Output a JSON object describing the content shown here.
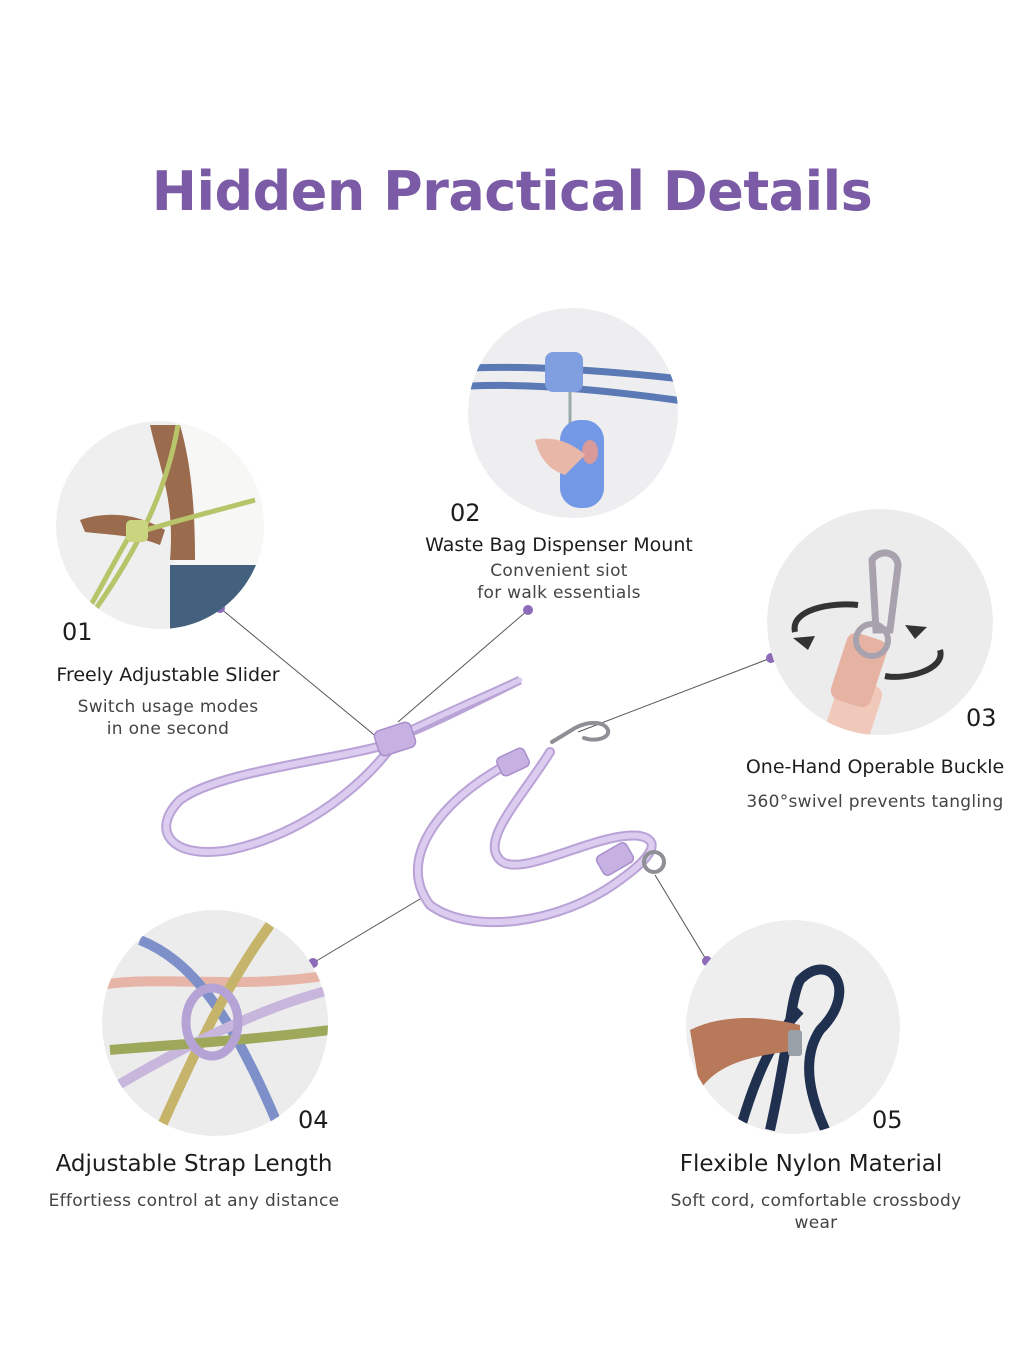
{
  "title": "Hidden Practical Details",
  "colors": {
    "accent": "#7b5aa6",
    "leash": "#d6c4ea",
    "leash_edge": "#b9a3d6",
    "dot": "#8e6bb8"
  },
  "features": [
    {
      "number": "01",
      "title": "Freely Adjustable Slider",
      "subtitle": [
        "Switch usage modes",
        "in one second"
      ],
      "photo": "hand-adjusting-slider-photo"
    },
    {
      "number": "02",
      "title": "Waste Bag Dispenser Mount",
      "subtitle": [
        "Convenient siot",
        "for walk essentials"
      ],
      "photo": "waste-bag-dispenser-photo"
    },
    {
      "number": "03",
      "title": "One-Hand Operable Buckle",
      "subtitle": [
        "360°swivel prevents tangling"
      ],
      "photo": "swivel-buckle-photo"
    },
    {
      "number": "04",
      "title": "Adjustable Strap Length",
      "subtitle": [
        "Effortiess control at any distance"
      ],
      "photo": "knotted-cords-photo"
    },
    {
      "number": "05",
      "title": "Flexible Nylon Material",
      "subtitle": [
        "Soft cord, comfortable crossbody",
        "wear"
      ],
      "photo": "hand-holding-cord-photo"
    }
  ]
}
